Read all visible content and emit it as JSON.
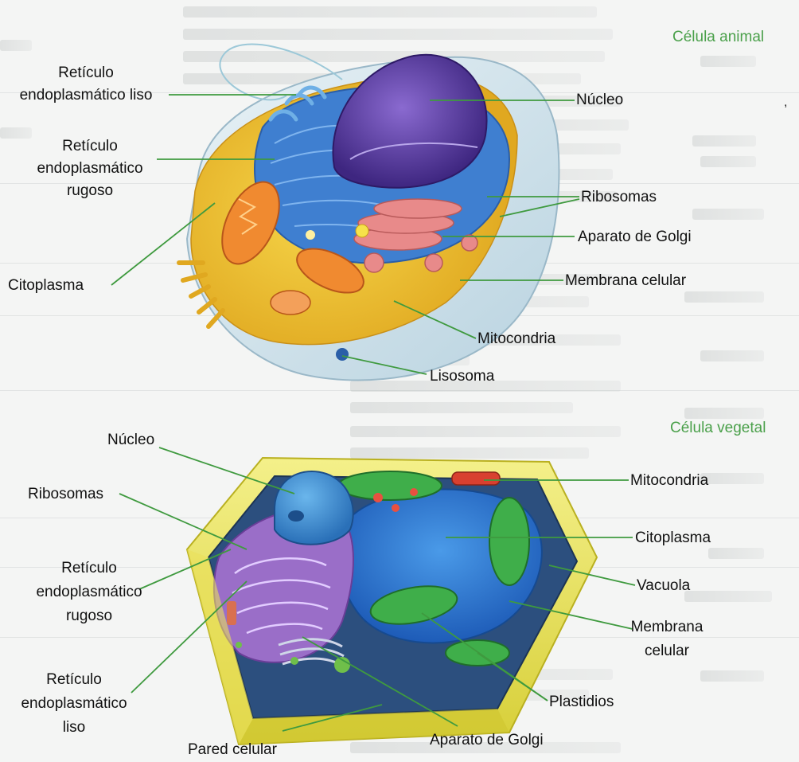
{
  "headings": {
    "animal": "Célula animal",
    "vegetal": "Célula vegetal"
  },
  "animal_labels": {
    "reticulo_liso": [
      "Retículo",
      "endoplasmático liso"
    ],
    "reticulo_rugoso": [
      "Retículo",
      "endoplasmático",
      "rugoso"
    ],
    "citoplasma": "Citoplasma",
    "nucleo": "Núcleo",
    "ribosomas": "Ribosomas",
    "aparato_golgi": "Aparato de Golgi",
    "membrana_celular": "Membrana celular",
    "mitocondria": "Mitocondria",
    "lisosoma": "Lisosoma"
  },
  "vegetal_labels": {
    "nucleo": "Núcleo",
    "ribosomas": "Ribosomas",
    "reticulo_rugoso": [
      "Retículo",
      "endoplasmático",
      "rugoso"
    ],
    "reticulo_liso": [
      "Retículo",
      "endoplasmático",
      "liso"
    ],
    "pared_celular": "Pared celular",
    "aparato_golgi": "Aparato de Golgi",
    "mitocondria": "Mitocondria",
    "citoplasma": "Citoplasma",
    "vacuola": "Vacuola",
    "membrana_celular": [
      "Membrana",
      "celular"
    ],
    "plastidios": "Plastidios"
  },
  "colors": {
    "heading_green": "#4aa04a",
    "leader_line": "#3f9a3f",
    "cytoplasm_yellow": "#f2c22e",
    "nucleus_purple": "#5a3aa0",
    "er_blue": "#3f7fd0",
    "golgi_pink": "#e88a8a",
    "mito_orange": "#f08a30",
    "plant_wall": "#e8e25a",
    "plastid_green": "#3fae4a"
  },
  "icons": [
    "animal-cell-illustration",
    "plant-cell-illustration"
  ],
  "stray_mark": ","
}
